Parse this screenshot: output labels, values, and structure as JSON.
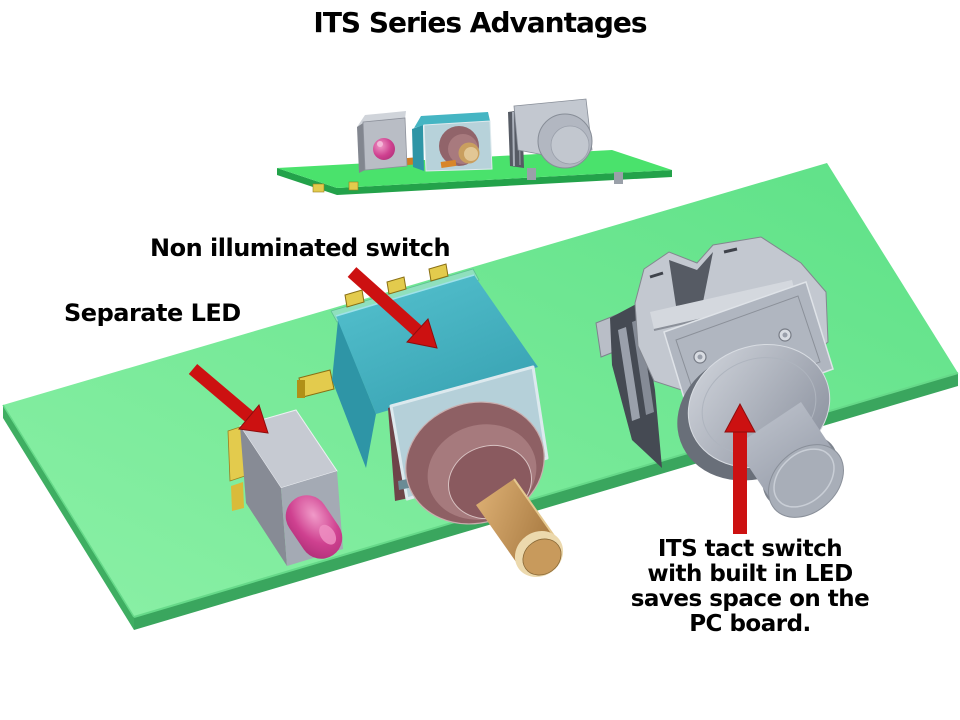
{
  "slide": {
    "title": "ITS Series Advantages"
  },
  "callouts": {
    "separate_led": "Separate LED",
    "non_illuminated_switch": "Non illuminated switch",
    "tact_switch": {
      "line1": "ITS tact switch",
      "line2": "with built in LED",
      "line3": "saves space on the",
      "line4": "PC board."
    }
  },
  "colors": {
    "background": "#ffffff",
    "text": "#000000",
    "arrow_red": "#cc1111",
    "pcb_green_light": "#8bf0a6",
    "pcb_green_dark": "#5ee187",
    "pcb_edge_green": "#3fae62",
    "mini_pcb_green": "#4ae26c",
    "mini_pcb_edge_green": "#23a24a",
    "switch_teal": "#45b5c3",
    "switch_teal_dark": "#2e95a6",
    "switch_faceplate": "#b5d0d9",
    "bushing_brown": "#8e6064",
    "actuator_tan": "#c89a5c",
    "actuator_cap_cream": "#ecd9ad",
    "led_pink": "#d8569c",
    "led_body_gray": "#a4aab4",
    "metal_light": "#c3c8d0",
    "metal_mid": "#a8aeb8",
    "metal_dark": "#454a53",
    "pin_gold": "#e3cb4d"
  }
}
